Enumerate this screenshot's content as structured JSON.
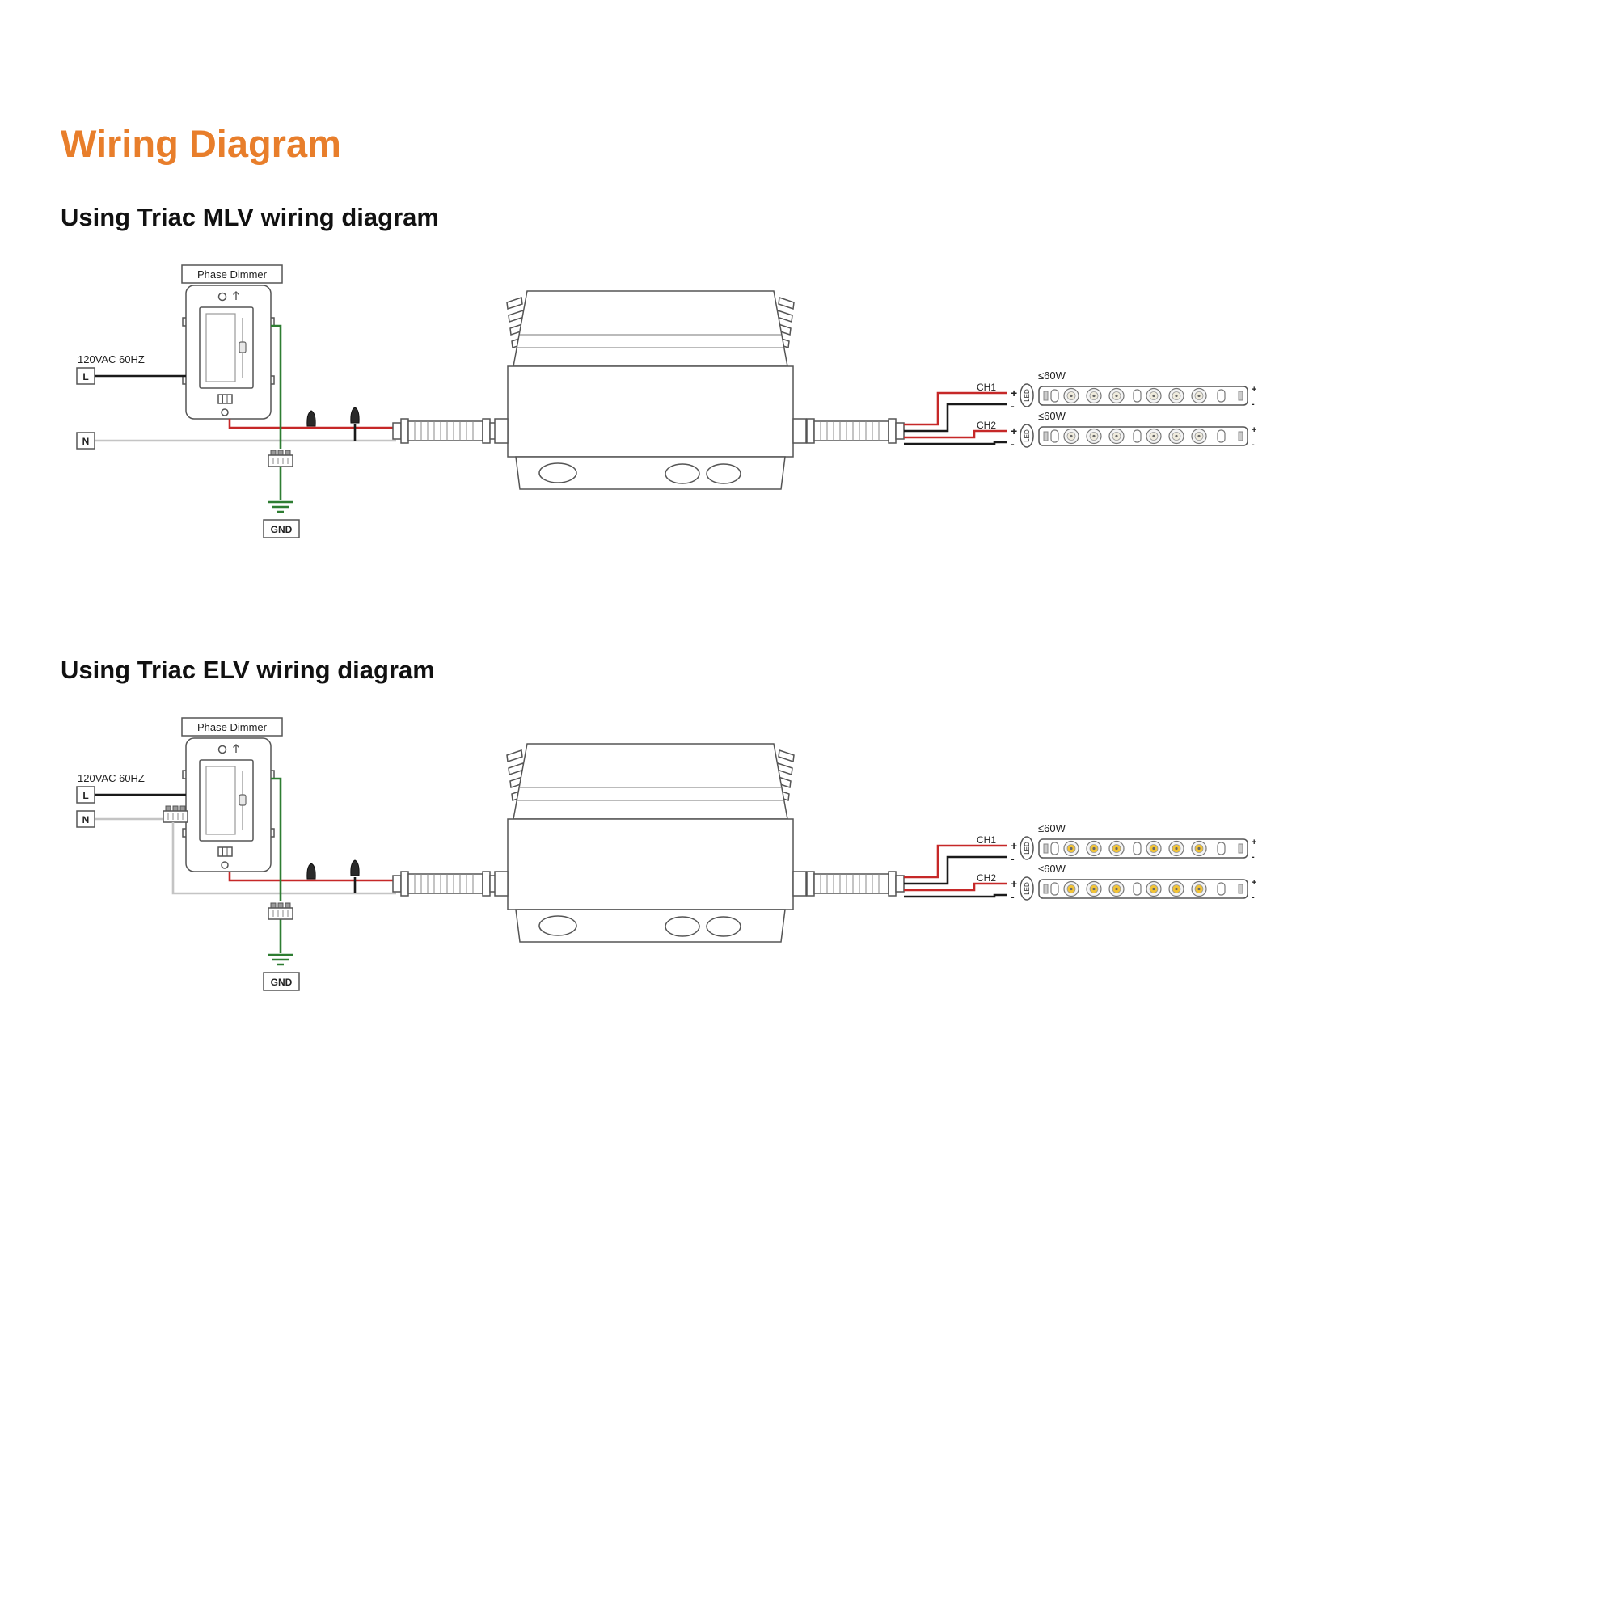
{
  "page": {
    "title": "Wiring Diagram"
  },
  "colors": {
    "title": "#E87E2B",
    "wire_live": "#1a1a1a",
    "wire_dimmed": "#C62828",
    "wire_neutral": "#C4C4C4",
    "wire_ground": "#2E7D32",
    "led_mlv": "#EFEBDD",
    "led_elv": "#F2C437"
  },
  "sections": [
    {
      "heading": "Using Triac MLV wiring diagram",
      "dimmer_label": "Phase Dimmer",
      "supply": {
        "voltage": "120VAC 60HZ",
        "line": "L",
        "neutral": "N",
        "ground": "GND"
      },
      "channels": [
        {
          "name": "CH1",
          "max_load": "≤60W",
          "connector": "LED",
          "polarity_plus": "+",
          "polarity_minus": "-"
        },
        {
          "name": "CH2",
          "max_load": "≤60W",
          "connector": "LED",
          "polarity_plus": "+",
          "polarity_minus": "-"
        }
      ]
    },
    {
      "heading": "Using Triac ELV wiring diagram",
      "dimmer_label": "Phase Dimmer",
      "supply": {
        "voltage": "120VAC 60HZ",
        "line": "L",
        "neutral": "N",
        "ground": "GND"
      },
      "channels": [
        {
          "name": "CH1",
          "max_load": "≤60W",
          "connector": "LED",
          "polarity_plus": "+",
          "polarity_minus": "-"
        },
        {
          "name": "CH2",
          "max_load": "≤60W",
          "connector": "LED",
          "polarity_plus": "+",
          "polarity_minus": "-"
        }
      ]
    }
  ]
}
